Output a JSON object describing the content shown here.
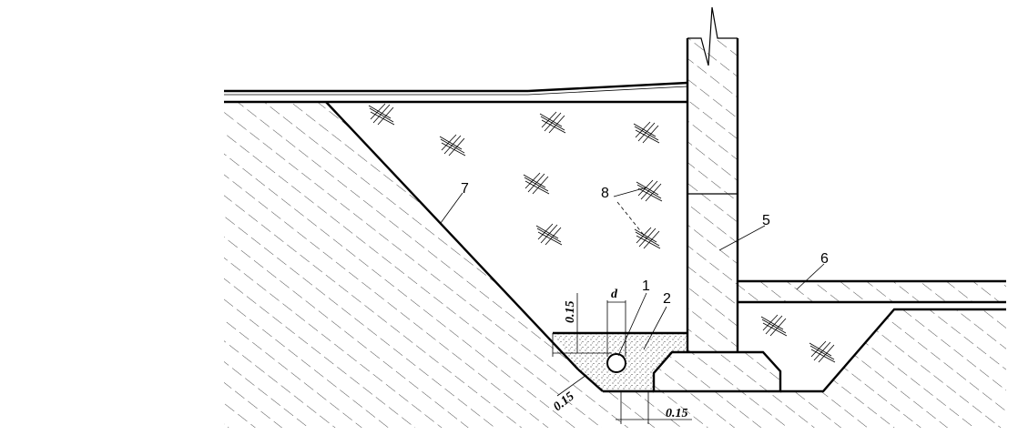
{
  "labels": {
    "pipe": "1",
    "filter_layer": "2",
    "wall": "5",
    "pavement": "6",
    "slope": "7",
    "backfill": "8"
  },
  "dimensions": {
    "pipe_diameter": "d",
    "top_cover": "0.15",
    "side_offset": "0.15",
    "bottom_offset": "0.15"
  }
}
